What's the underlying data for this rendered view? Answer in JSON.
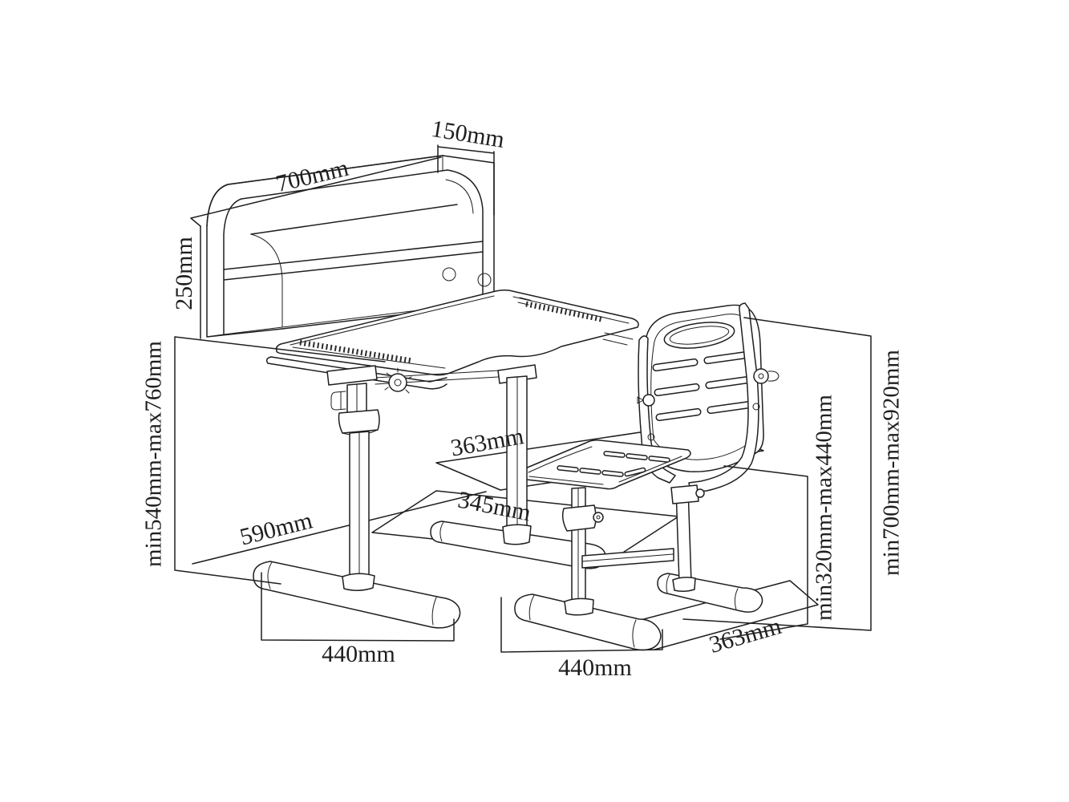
{
  "diagram": {
    "subject": "Height-adjustable children's study desk with bookshelf hutch and chair — dimension drawing",
    "background_color": "#ffffff",
    "line_color": "#1f1f1f",
    "labels": {
      "hutch_width": "700mm",
      "hutch_side_depth": "150mm",
      "hutch_height": "250mm",
      "desk_height_range": "min540mm-max760mm",
      "desk_depth": "590mm",
      "desk_base_length": "440mm",
      "seat_plane_depth": "363mm",
      "seat_plane_width": "345mm",
      "chair_base_length": "440mm",
      "chair_base_depth": "363mm",
      "seat_height_range": "min320mm-max440mm",
      "chair_height_range": "min700mm-max920mm"
    }
  }
}
